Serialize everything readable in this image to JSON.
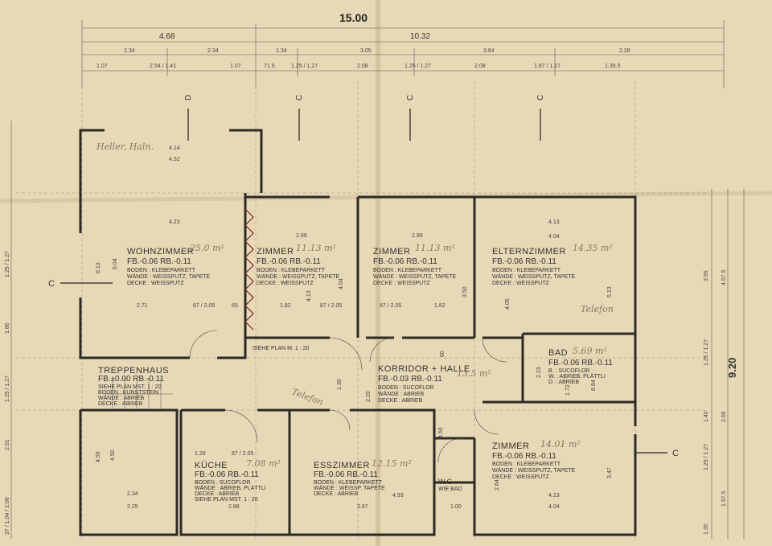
{
  "top_dims": {
    "total": "15.00",
    "left": "4.68",
    "right": "10.32",
    "row2": [
      "2.34",
      "2.34",
      "1.34",
      "3.05",
      "3.64",
      "2.28"
    ],
    "row3": [
      "1.07",
      "2.54 / 1.41",
      "1.07",
      "71.5",
      "1.25 / 1.27",
      "2.08",
      "1.25 / 1.27",
      "2.08",
      "1.87 / 1.27",
      "1.35.5"
    ]
  },
  "right_dims": {
    "total": "9.20",
    "values": [
      "3.95",
      "4.57.5",
      "1.25 / 1.27",
      "2.65",
      "1.40",
      "1.25 / 1.27",
      "1.97.5",
      "1.35"
    ]
  },
  "left_dims": [
    "1.25 / 1.27",
    "1.86",
    "1.25 / 1.27",
    "2.01",
    "37 / 1.04 / 2.06"
  ],
  "section_marks": [
    "C",
    "C",
    "D",
    "C",
    "C",
    "C"
  ],
  "rooms": {
    "wohnzimmer": {
      "name": "WOHNZIMMER",
      "fb": "FB.-0.06 RB.-0.11",
      "spec": [
        "BODEN   : KLEBEPARKETT",
        "WÄNDE   : WEISSPUTZ, TAPETE",
        "DECKE   : WEISSPUTZ"
      ],
      "hand": "25.0 m²"
    },
    "zimmer1": {
      "name": "ZIMMER",
      "fb": "FB.-0.06 RB.-0.11",
      "spec": [
        "BODEN   : KLEBEPARKETT",
        "WÄNDE   : WEISSPUTZ, TAPETE",
        "DECKE   : WEISSPUTZ"
      ],
      "hand": "11.13 m²"
    },
    "zimmer2": {
      "name": "ZIMMER",
      "fb": "FB.-0.06 RB.-0.11",
      "spec": [
        "BODEN   : KLEBEPARKETT",
        "WÄNDE   : WEISSPUTZ, TAPETE",
        "DECKE   : WEISSPUTZ"
      ],
      "hand": "11.13 m²"
    },
    "eltern": {
      "name": "ELTERNZIMMER",
      "fb": "FB.-0.06 RB.-0.11",
      "spec": [
        "BODEN   : KLEBEPARKETT",
        "WÄNDE   : WEISSPUTZ, TAPETE",
        "DECKE   : WEISSPUTZ"
      ],
      "hand": "14.35 m²"
    },
    "treppen": {
      "name": "TREPPENHAUS",
      "fb": "FB.±0.00 RB.-0.11",
      "spec": [
        "SIEHE PLAN MST. 1 : 20",
        "BODEN   : KUNSTSTEIN",
        "WÄNDE   : ABRIEB",
        "DECKE   : ABRIEB"
      ]
    },
    "korridor": {
      "name": "KORRIDOR + HALLE",
      "fb": "FB.-0.03 RB.-0.11",
      "spec": [
        "BODEN   : SUCOFLOR",
        "WÄNDE   : ABRIEB",
        "DECKE   : ABRIEB"
      ],
      "hand": "13.5 m²"
    },
    "bad": {
      "name": "BAD",
      "fb": "FB.-0.06 RB.-0.11",
      "spec": [
        "B.   : SUCOFLOR",
        "W.   : ABRIEB, PLÄTTLI",
        "D.   : ABRIEB"
      ],
      "hand": "5.69 m²"
    },
    "kueche": {
      "name": "KÜCHE",
      "fb": "FB.-0.06 RB.-0.11",
      "spec": [
        "BODEN   : SUCOFLOR",
        "WÄNDE   : ABRIEB, PLÄTTLI",
        "DECKE   : ABRIEB",
        "SIEHE PLAN MST. 1 : 20"
      ],
      "hand": "7.08 m²"
    },
    "ess": {
      "name": "ESSZIMMER",
      "fb": "FB.-0.06 RB.-0.11",
      "spec": [
        "BODEN   : KLEBEPARKETT",
        "WÄNDE   : WEISSP. TAPETE",
        "DECKE   : ABRIEB"
      ],
      "hand": "12.15 m²"
    },
    "wc": {
      "name": "W.C",
      "spec": [
        "WIE BAD"
      ]
    },
    "zimmer3": {
      "name": "ZIMMER",
      "fb": "FB.-0.06 RB.-0.11",
      "spec": [
        "BODEN   : KLEBEPARKETT",
        "WÄNDE   : WEISSPUTZ, TAPETE",
        "DECKE   : WEISSPUTZ"
      ],
      "hand": "14.01 m²"
    }
  },
  "inner_dims": {
    "d1": "4.14",
    "d2": "4.32",
    "d3": "4.23",
    "d4": "2.99",
    "d5": "2.99",
    "d6": "4.13",
    "d7": "4.04",
    "d8": "2.71",
    "d9": "87 / 2.05",
    "d10": "65",
    "d11": "1.82",
    "d12": "87 / 2.05",
    "d13": "87 / 2.05",
    "d14": "1.82",
    "d15": "6.13",
    "d16": "6.04",
    "d17": "4.13",
    "d18": "4.04",
    "d19": "4.05",
    "d20": "5.13",
    "d21": "2.34",
    "d22": "2.25",
    "d23": "2.88",
    "d24": "3.87",
    "d25": "4.93",
    "d26": "1.00",
    "d27": "4.13",
    "d28": "4.04",
    "d29": "87 / 2.05",
    "d30": "1.26",
    "d31": "4.59",
    "d32": "4.50",
    "d33": "2.20",
    "d34": "1.30",
    "d35": "3.47",
    "d36": "2.64",
    "d37": "1.72",
    "d38": "2.23",
    "d39": "8.84",
    "d40": "3.50",
    "d41": "60",
    "d42": "4.50"
  },
  "notes": {
    "siehe": "SIEHE PLAN M. 1 : 20",
    "hand_top": "Heller, Haln.",
    "hand_tel1": "Telefon",
    "hand_tel2": "Telefon"
  }
}
